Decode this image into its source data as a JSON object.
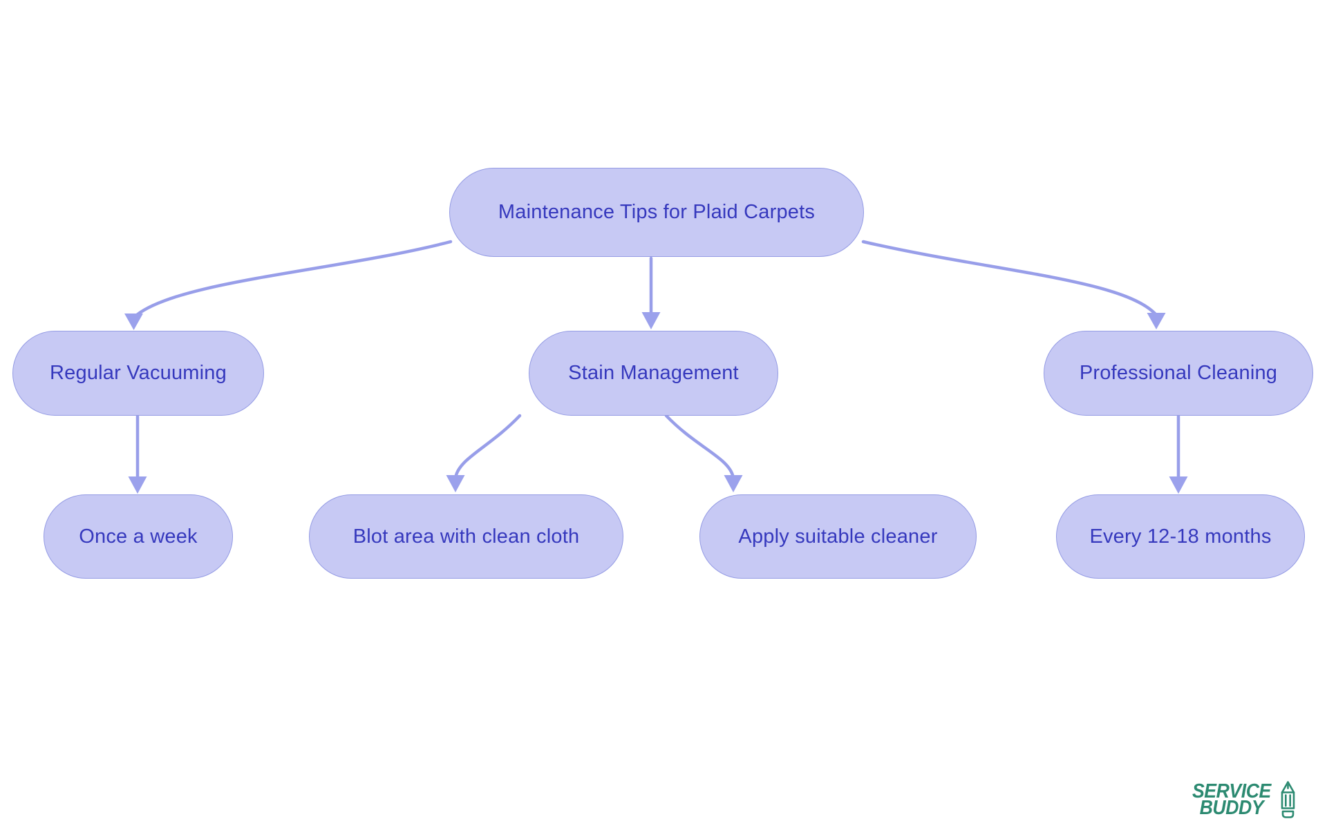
{
  "diagram": {
    "type": "flowchart",
    "nodes": {
      "root": {
        "label": "Maintenance Tips for Plaid Carpets"
      },
      "regular": {
        "label": "Regular Vacuuming"
      },
      "stain": {
        "label": "Stain Management"
      },
      "professional": {
        "label": "Professional Cleaning"
      },
      "once": {
        "label": "Once a week"
      },
      "blot": {
        "label": "Blot area with clean cloth"
      },
      "apply": {
        "label": "Apply suitable cleaner"
      },
      "every": {
        "label": "Every 12-18 months"
      }
    },
    "edges": [
      {
        "from": "root",
        "to": "regular"
      },
      {
        "from": "root",
        "to": "stain"
      },
      {
        "from": "root",
        "to": "professional"
      },
      {
        "from": "regular",
        "to": "once"
      },
      {
        "from": "stain",
        "to": "blot"
      },
      {
        "from": "stain",
        "to": "apply"
      },
      {
        "from": "professional",
        "to": "every"
      }
    ]
  },
  "logo": {
    "line1": "SERVICE",
    "line2": "BUDDY",
    "icon": "pencil-icon"
  },
  "colors": {
    "background": "#ffffff",
    "node_fill": "#c7c9f4",
    "node_border": "#949be4",
    "node_text": "#3538bd",
    "edge": "#989ee9",
    "logo_green": "#2c8a71"
  }
}
